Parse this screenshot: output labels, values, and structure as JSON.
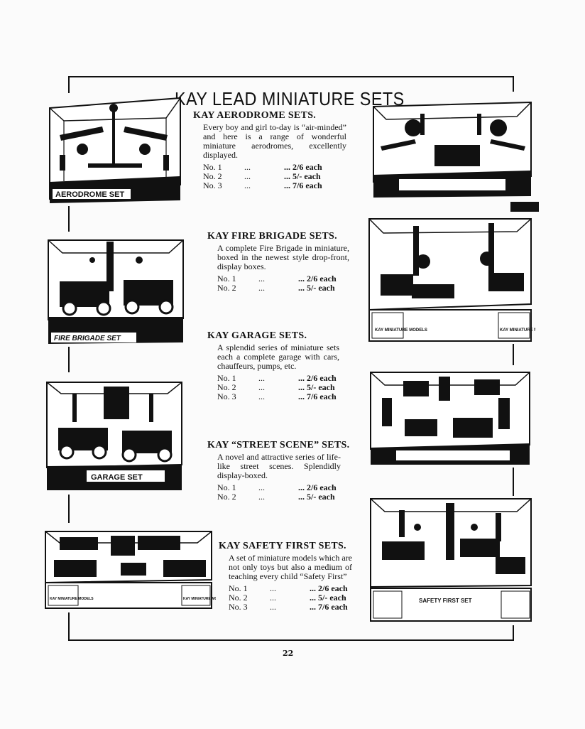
{
  "title": "KAY LEAD MINIATURE SETS",
  "page_number": "22",
  "sections": {
    "aerodrome": {
      "heading": "KAY AERODROME SETS.",
      "description": "Every boy and girl to-day is “air-minded” and here is a range of wonderful miniature aerodromes, excellently displayed.",
      "prices": [
        {
          "no": "No. 1",
          "dots": "...",
          "price": "... 2/6 each"
        },
        {
          "no": "No. 2",
          "dots": "...",
          "price": "... 5/- each"
        },
        {
          "no": "No. 3",
          "dots": "...",
          "price": "... 7/6 each"
        }
      ]
    },
    "fire_brigade": {
      "heading": "KAY FIRE BRIGADE SETS.",
      "description": "A complete Fire Brigade in miniature, boxed in the newest style drop-front, display boxes.",
      "prices": [
        {
          "no": "No. 1",
          "dots": "...",
          "price": "... 2/6 each"
        },
        {
          "no": "No. 2",
          "dots": "...",
          "price": "... 5/- each"
        }
      ]
    },
    "garage": {
      "heading": "KAY GARAGE SETS.",
      "description": "A splendid series of miniature sets each a complete garage with cars, chauffeurs, pumps, etc.",
      "prices": [
        {
          "no": "No. 1",
          "dots": "...",
          "price": "... 2/6 each"
        },
        {
          "no": "No. 2",
          "dots": "...",
          "price": "... 5/- each"
        },
        {
          "no": "No. 3",
          "dots": "...",
          "price": "... 7/6 each"
        }
      ]
    },
    "street_scene": {
      "heading": "KAY “STREET SCENE” SETS.",
      "description": "A novel and attractive series of life-like street scenes. Splendidly display-boxed.",
      "prices": [
        {
          "no": "No. 1",
          "dots": "...",
          "price": "... 2/6 each"
        },
        {
          "no": "No. 2",
          "dots": "...",
          "price": "... 5/- each"
        }
      ]
    },
    "safety_first": {
      "heading": "KAY SAFETY FIRST SETS.",
      "description": "A set of miniature models which are not only toys but also a medium of teaching every child “Safety First”",
      "prices": [
        {
          "no": "No. 1",
          "dots": "...",
          "price": "... 2/6 each"
        },
        {
          "no": "No. 2",
          "dots": "...",
          "price": "... 5/- each"
        },
        {
          "no": "No. 3",
          "dots": "...",
          "price": "... 7/6 each"
        }
      ]
    }
  },
  "box_labels": {
    "aerodrome": "AERODROME SET",
    "fire_brigade": "FIRE BRIGADE SET",
    "garage": "GARAGE SET",
    "kay_models": "KAY MINIATURE MODELS",
    "safety": "SAFETY FIRST SET"
  }
}
